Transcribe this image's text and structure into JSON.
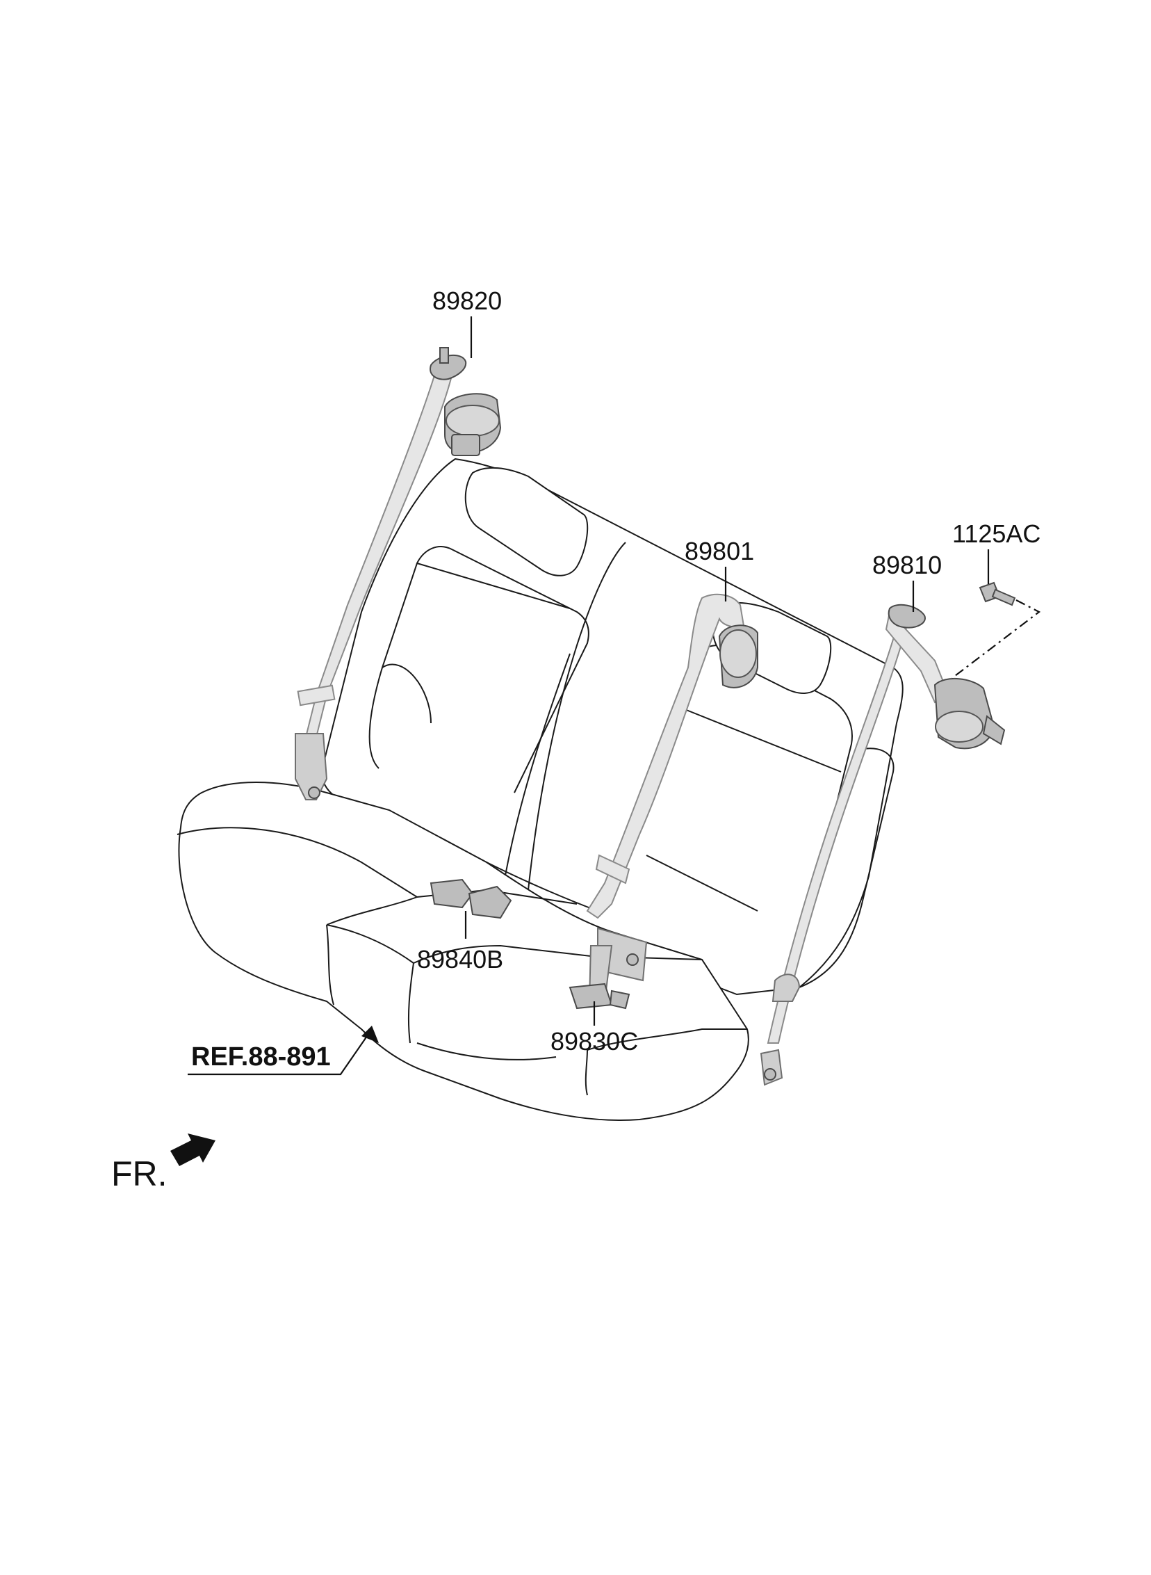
{
  "diagram": {
    "parts": [
      {
        "id": "p89820",
        "label": "89820"
      },
      {
        "id": "p89801",
        "label": "89801"
      },
      {
        "id": "p89810",
        "label": "89810"
      },
      {
        "id": "p1125AC",
        "label": "1125AC"
      },
      {
        "id": "p89840B",
        "label": "89840B"
      },
      {
        "id": "p89830C",
        "label": "89830C"
      }
    ],
    "reference": "REF.88-891",
    "direction_label": "FR.",
    "colors": {
      "line": "#1a1a1a",
      "belt_fill": "#e6e6e6",
      "hardware_fill": "#bdbdbd"
    }
  }
}
